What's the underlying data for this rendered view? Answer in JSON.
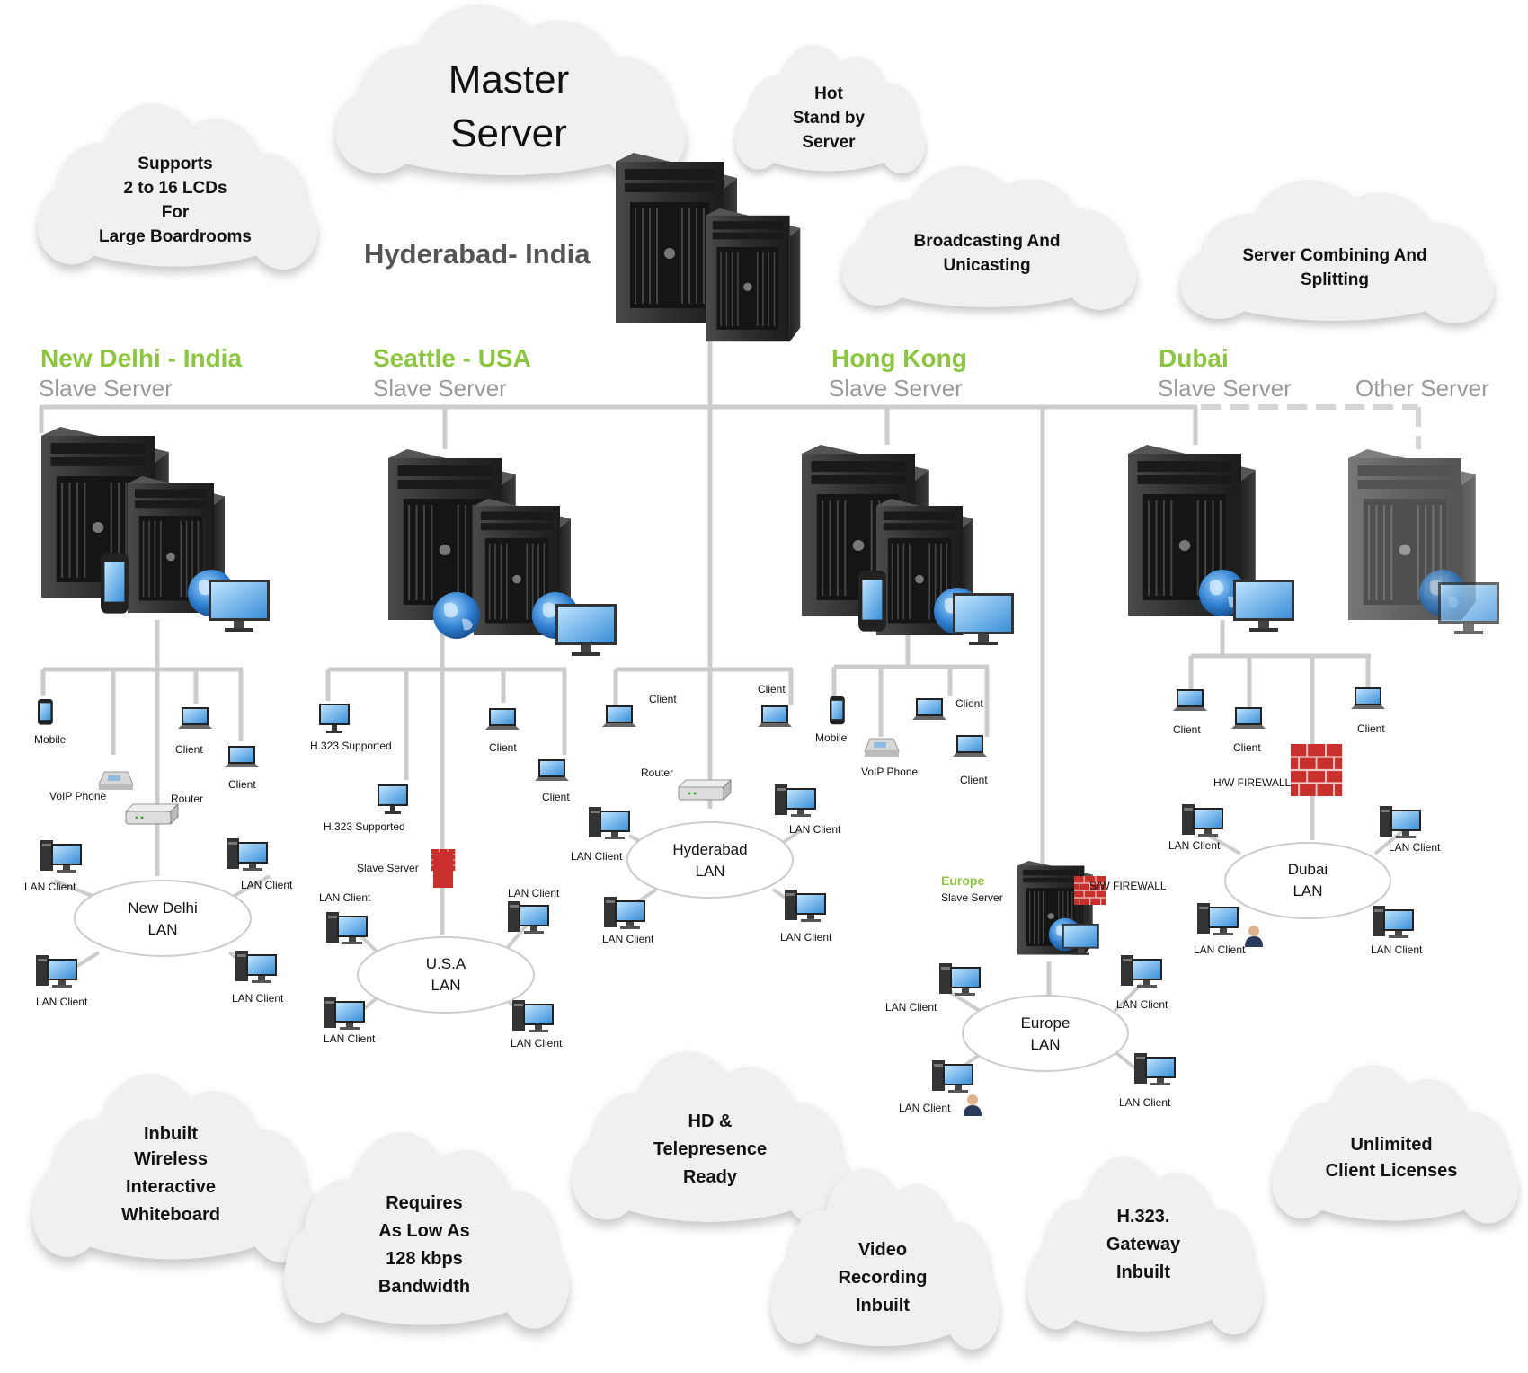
{
  "master": {
    "title_line1": "Master",
    "title_line2": "Server",
    "location": "Hyderabad- India"
  },
  "clouds": {
    "hot_standby": [
      "Hot",
      "Stand by",
      "Server"
    ],
    "supports_lcds": [
      "Supports",
      "2 to 16 LCDs",
      "For",
      "Large Boardrooms"
    ],
    "broadcasting": [
      "Broadcasting And",
      "Unicasting"
    ],
    "combining": [
      "Server Combining And",
      "Splitting"
    ],
    "whiteboard": [
      "Inbuilt",
      "Wireless",
      "Interactive",
      "Whiteboard"
    ],
    "bandwidth": [
      "Requires",
      "As Low As",
      "128 kbps",
      "Bandwidth"
    ],
    "hd": [
      "HD &",
      "Telepresence",
      "Ready"
    ],
    "recording": [
      "Video",
      "Recording",
      "Inbuilt"
    ],
    "gateway": [
      "H.323.",
      "Gateway",
      "Inbuilt"
    ],
    "licenses": [
      "Unlimited",
      "Client Licenses"
    ]
  },
  "sites": {
    "new_delhi": {
      "city": "New Delhi - India",
      "role": "Slave Server"
    },
    "seattle": {
      "city": "Seattle - USA",
      "role": "Slave Server"
    },
    "hong_kong": {
      "city": "Hong Kong",
      "role": "Slave Server"
    },
    "dubai": {
      "city": "Dubai",
      "role": "Slave Server"
    },
    "other": {
      "role": "Other Server"
    }
  },
  "labels": {
    "mobile": "Mobile",
    "client": "Client",
    "voip": "VoIP Phone",
    "router": "Router",
    "lan_client": "LAN Client",
    "h323": "H.323 Supported",
    "slave_server": "Slave Server",
    "hw_firewall": "H/W FIREWALL",
    "sw_firewall": "S/W FIREWALL",
    "europe": "Europe",
    "europe_role": "Slave Server"
  },
  "lans": {
    "new_delhi": [
      "New Delhi",
      "LAN"
    ],
    "usa": [
      "U.S.A",
      "LAN"
    ],
    "hyderabad": [
      "Hyderabad",
      "LAN"
    ],
    "europe": [
      "Europe",
      "LAN"
    ],
    "dubai": [
      "Dubai",
      "LAN"
    ]
  },
  "colors": {
    "city_green": "#8cc63f",
    "line_gray": "#cccccc",
    "slave_gray": "#9a9a9a",
    "firewall_red": "#cc2a2a",
    "screen_blue": "#3a8fd8"
  }
}
